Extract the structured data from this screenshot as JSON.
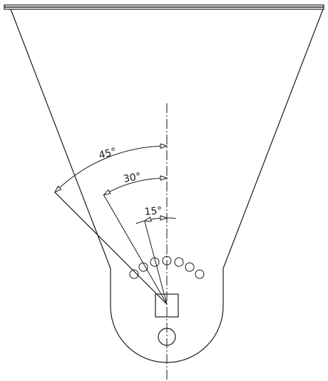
{
  "angles": [
    {
      "value": 45,
      "label": "45°"
    },
    {
      "value": 30,
      "label": "30°"
    },
    {
      "value": 15,
      "label": "15°"
    }
  ],
  "holes_count": 7
}
